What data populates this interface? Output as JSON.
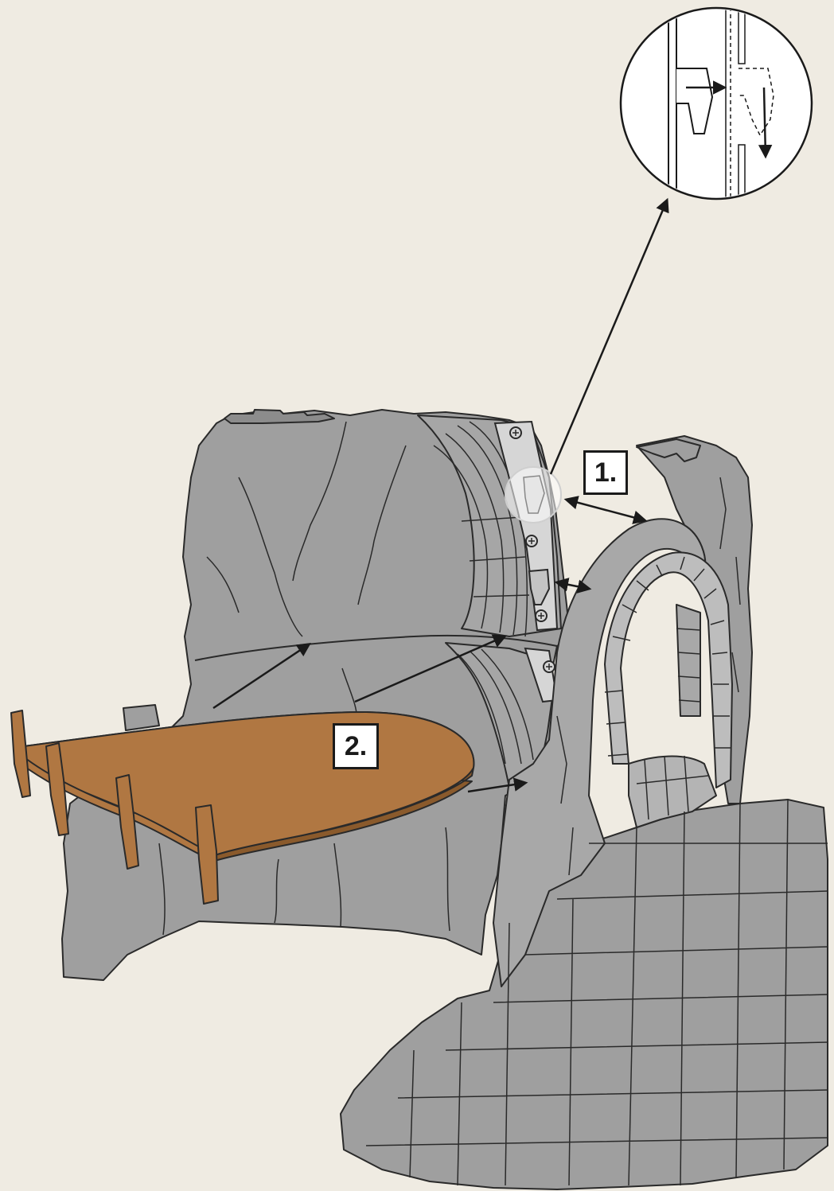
{
  "steps": [
    {
      "label": "1."
    },
    {
      "label": "2."
    }
  ],
  "colors": {
    "background": "#efebe2",
    "rock": "#9f9f9f",
    "rock_light": "#bdbdbd",
    "outline": "#2a2a2a",
    "wood": "#b07742",
    "wood_dark": "#8a5a2c",
    "bracket": "#d6d6d6"
  },
  "icons": [
    "screw-icon",
    "hook-icon",
    "arrow-icon",
    "detail-magnifier"
  ]
}
